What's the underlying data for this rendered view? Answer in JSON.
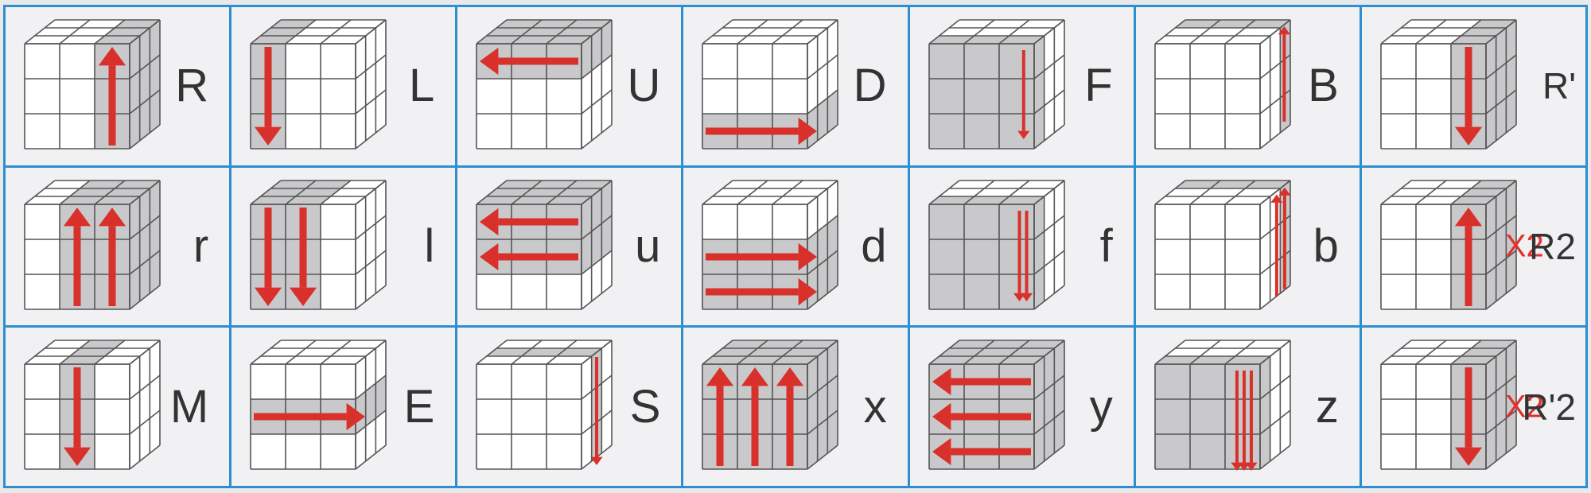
{
  "colors": {
    "border": "#2d8fd0",
    "arrow": "#d8302a",
    "shade": "#c9c9cc",
    "line": "#555555"
  },
  "cells": [
    {
      "label": "R",
      "shade": "right-col",
      "arrows": "R"
    },
    {
      "label": "L",
      "shade": "left-col",
      "arrows": "L"
    },
    {
      "label": "U",
      "shade": "top-row",
      "arrows": "U"
    },
    {
      "label": "D",
      "shade": "bottom-row",
      "arrows": "D"
    },
    {
      "label": "F",
      "shade": "front",
      "arrows": "F"
    },
    {
      "label": "B",
      "shade": "back-col",
      "arrows": "B"
    },
    {
      "label": "R'",
      "shade": "right-col",
      "arrows": "Rp"
    },
    {
      "label": "r",
      "shade": "right-two",
      "arrows": "r"
    },
    {
      "label": "l",
      "shade": "left-two",
      "arrows": "l"
    },
    {
      "label": "u",
      "shade": "top-two",
      "arrows": "u"
    },
    {
      "label": "d",
      "shade": "bottom-two",
      "arrows": "d"
    },
    {
      "label": "f",
      "shade": "front",
      "arrows": "f"
    },
    {
      "label": "b",
      "shade": "back-col",
      "arrows": "b"
    },
    {
      "label": "R2",
      "shade": "right-col",
      "arrows": "R2",
      "note": "X2"
    },
    {
      "label": "M",
      "shade": "mid-col",
      "arrows": "M"
    },
    {
      "label": "E",
      "shade": "mid-row",
      "arrows": "E"
    },
    {
      "label": "S",
      "shade": "side-mid",
      "arrows": "S"
    },
    {
      "label": "x",
      "shade": "all",
      "arrows": "x"
    },
    {
      "label": "y",
      "shade": "all",
      "arrows": "y"
    },
    {
      "label": "z",
      "shade": "front",
      "arrows": "z"
    },
    {
      "label": "R'2",
      "shade": "right-col",
      "arrows": "Rp2",
      "note": "X2"
    }
  ]
}
